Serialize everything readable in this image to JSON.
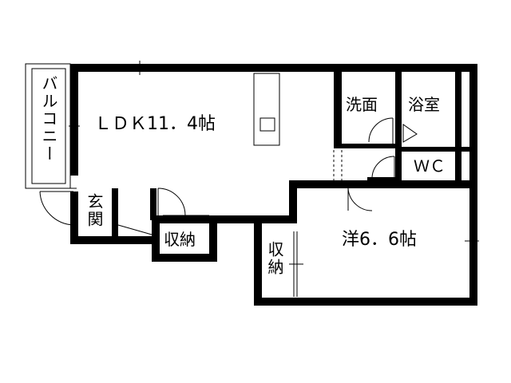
{
  "rooms": {
    "ldk": "ＬＤＫ11．4帖",
    "western": "洋6．6帖",
    "washroom": "洗面",
    "bathroom": "浴室",
    "wc": "ＷＣ",
    "entrance": "玄関",
    "storage_entry": "収納",
    "storage_western": "収納",
    "balcony": "バルコニー"
  },
  "colors": {
    "wall": "#000000",
    "background": "#ffffff",
    "line": "#000000"
  }
}
